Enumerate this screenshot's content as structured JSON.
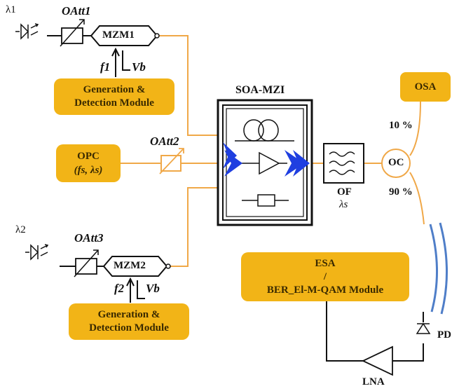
{
  "lasers": {
    "laser1": {
      "label": "λ1"
    },
    "laser2": {
      "label": "λ2"
    }
  },
  "attenuators": {
    "oatt1": "OAtt1",
    "oatt2": "OAtt2",
    "oatt3": "OAtt3"
  },
  "modulators": {
    "mzm1": {
      "label": "MZM1",
      "freq": "f1",
      "bias": "Vb"
    },
    "mzm2": {
      "label": "MZM2",
      "freq": "f2",
      "bias": "Vb"
    }
  },
  "modules": {
    "gen1": [
      "Generation &",
      "Detection Module"
    ],
    "gen2": [
      "Generation &",
      "Detection Module"
    ],
    "opc": [
      "OPC",
      "(fs, λs)"
    ],
    "osa": "OSA",
    "esa": [
      "ESA",
      "/",
      "BER_El-M-QAM Module"
    ]
  },
  "soa": {
    "title": "SOA-MZI"
  },
  "filter": {
    "label": "OF",
    "sub": "λs"
  },
  "coupler": {
    "label": "OC",
    "upper_ratio": "10 %",
    "lower_ratio": "90 %"
  },
  "detector": {
    "label": "PD"
  },
  "amplifier": {
    "label": "LNA"
  },
  "colors": {
    "orange_line": "#f0a848",
    "box_fill": "#f2b417",
    "arrow_blue": "#1f3fe0"
  }
}
